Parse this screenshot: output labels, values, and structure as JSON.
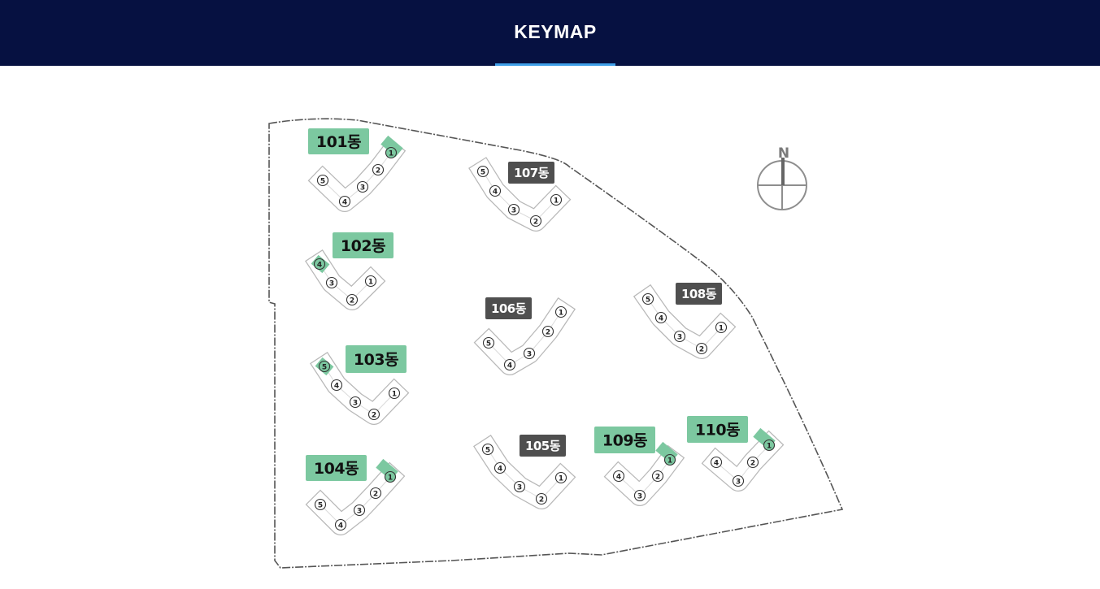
{
  "header": {
    "tab_label": "KEYMAP"
  },
  "map": {
    "compass_label": "N",
    "accent_color": "#7cc8a0",
    "inactive_label_color": "#4f4f4f",
    "buildings": [
      {
        "id": "101",
        "label": "101동",
        "highlighted": true,
        "units": [
          "1",
          "2",
          "3",
          "4",
          "5"
        ],
        "active_unit": "1"
      },
      {
        "id": "102",
        "label": "102동",
        "highlighted": true,
        "units": [
          "1",
          "2",
          "3",
          "4"
        ],
        "active_unit": "4"
      },
      {
        "id": "103",
        "label": "103동",
        "highlighted": true,
        "units": [
          "1",
          "2",
          "3",
          "4",
          "5"
        ],
        "active_unit": "5"
      },
      {
        "id": "104",
        "label": "104동",
        "highlighted": true,
        "units": [
          "1",
          "2",
          "3",
          "4",
          "5"
        ],
        "active_unit": "1"
      },
      {
        "id": "105",
        "label": "105동",
        "highlighted": false,
        "units": [
          "1",
          "2",
          "3",
          "4",
          "5"
        ],
        "active_unit": null
      },
      {
        "id": "106",
        "label": "106동",
        "highlighted": false,
        "units": [
          "1",
          "2",
          "3",
          "4",
          "5"
        ],
        "active_unit": null
      },
      {
        "id": "107",
        "label": "107동",
        "highlighted": false,
        "units": [
          "1",
          "2",
          "3",
          "4",
          "5"
        ],
        "active_unit": null
      },
      {
        "id": "108",
        "label": "108동",
        "highlighted": false,
        "units": [
          "1",
          "2",
          "3",
          "4",
          "5"
        ],
        "active_unit": null
      },
      {
        "id": "109",
        "label": "109동",
        "highlighted": true,
        "units": [
          "1",
          "2",
          "3",
          "4"
        ],
        "active_unit": "1"
      },
      {
        "id": "110",
        "label": "110동",
        "highlighted": true,
        "units": [
          "1",
          "2",
          "3",
          "4"
        ],
        "active_unit": "1"
      }
    ]
  }
}
